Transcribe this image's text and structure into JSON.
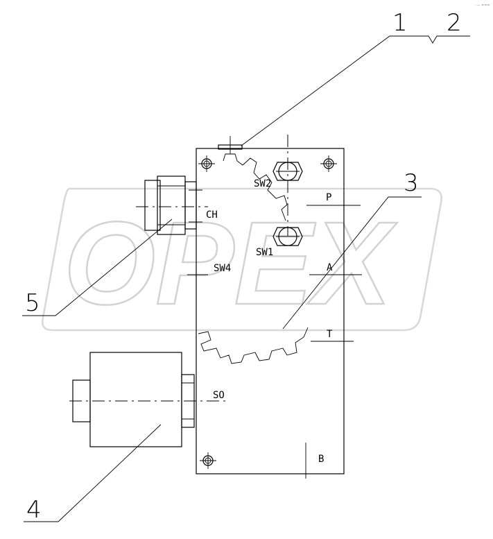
{
  "watermark": {
    "text": "OPEX"
  },
  "corner_mark": "·— ===",
  "port_labels": {
    "sw2": "SW2",
    "sw1": "SW1",
    "sw4": "SW4",
    "ch": "CH",
    "p": "P",
    "a": "A",
    "t": "T",
    "so": "SO",
    "b": "B"
  },
  "callouts": {
    "c1": "1",
    "c2": "2",
    "c3": "3",
    "c4": "4",
    "c5": "5"
  }
}
